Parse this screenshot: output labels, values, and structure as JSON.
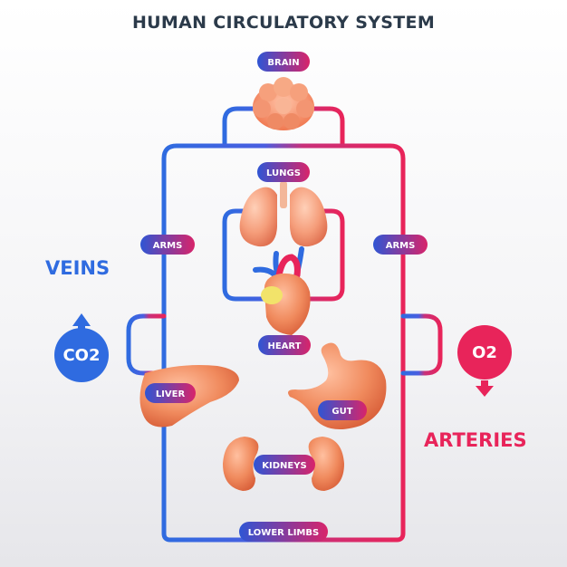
{
  "title": "HUMAN CIRCULATORY SYSTEM",
  "labels": {
    "brain": "BRAIN",
    "lungs": "LUNGS",
    "arms_left": "ARMS",
    "arms_right": "ARMS",
    "heart": "HEART",
    "liver": "LIVER",
    "gut": "GUT",
    "kidneys": "KIDNEYS",
    "lower_limbs": "LOWER LIMBS"
  },
  "sides": {
    "veins": "VEINS",
    "arteries": "ARTERIES"
  },
  "gases": {
    "co2": "CO2",
    "o2": "O2"
  },
  "colors": {
    "vein_blue": "#2f6be0",
    "artery_red": "#e8245a",
    "label_gradient_start": "#2f55d4",
    "label_gradient_end": "#d8246a",
    "organ_orange": "#f08a5d"
  }
}
